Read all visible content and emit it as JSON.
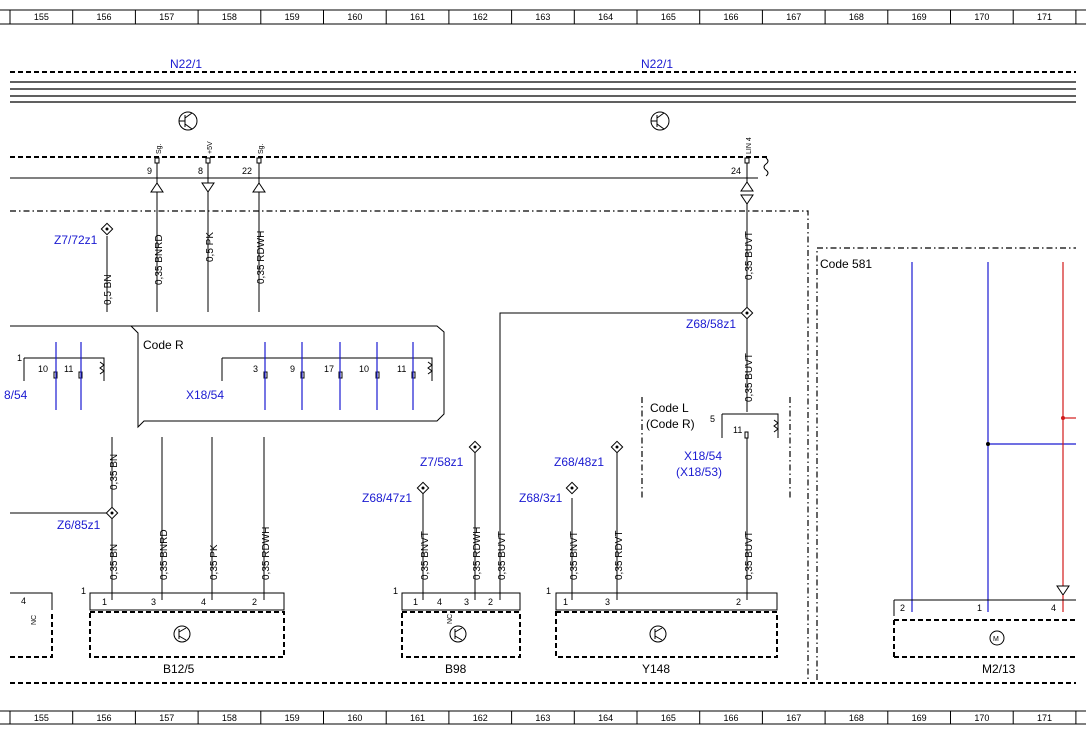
{
  "grid_top": [
    "155",
    "156",
    "157",
    "158",
    "159",
    "160",
    "161",
    "162",
    "163",
    "164",
    "165",
    "166",
    "167",
    "168",
    "169",
    "170",
    "171"
  ],
  "grid_bottom": [
    "155",
    "156",
    "157",
    "158",
    "159",
    "160",
    "161",
    "162",
    "163",
    "164",
    "165",
    "166",
    "167",
    "168",
    "169",
    "170",
    "171"
  ],
  "modules": {
    "n22_left": "N22/1",
    "n22_right": "N22/1"
  },
  "top_pins": [
    {
      "num": "9",
      "sig": "Sg."
    },
    {
      "num": "8",
      "sig": "+5V"
    },
    {
      "num": "22",
      "sig": "Sg."
    },
    {
      "num": "24",
      "sig": "LIN 4"
    }
  ],
  "wires": {
    "w1": "0,5 BN",
    "w2": "0,35 BNRD",
    "w3": "0,5 PK",
    "w4": "0,35 RDWH",
    "w5": "0,35 BUVT",
    "w6": "0,35 BUVT",
    "w7": "0,35 BN",
    "w8": "0,35 BN",
    "w9": "0,35 BNRD",
    "w10": "0,35 PK",
    "w11": "0,35 RDWH",
    "w12": "0,35 BNVT",
    "w13": "0,35 RDWH",
    "w14": "0,35 BUVT",
    "w15": "0,35 BNVT",
    "w16": "0,35 RDVT",
    "w17": "0,35 BUVT"
  },
  "splices": {
    "s1": "Z7/72z1",
    "s2": "Z68/58z1",
    "s3": "Z6/85z1",
    "s4": "Z7/58z1",
    "s5": "Z68/47z1",
    "s6": "Z68/48z1",
    "s7": "Z68/3z1"
  },
  "codes": {
    "r": "Code R",
    "l": "Code L",
    "l2": "(Code R)",
    "c581": "Code 581"
  },
  "connectors": {
    "x18_left": "8/54",
    "x18_mid": "X18/54",
    "x18_right": "X18/54",
    "x18_right2": "(X18/53)"
  },
  "conn_pins": {
    "left_one": "1",
    "left_a": "10",
    "left_b": "11",
    "mid_a": "3",
    "mid_b": "9",
    "mid_c": "17",
    "mid_d": "10",
    "mid_e": "11",
    "right_five": "5",
    "right_a": "11"
  },
  "components": {
    "b12": "B12/5",
    "b98": "B98",
    "y148": "Y148",
    "m213": "M2/13"
  },
  "comp_pins": {
    "left_box": "4",
    "left_nc": "NC",
    "b12_one": "1",
    "b12_a": "1",
    "b12_b": "3",
    "b12_c": "4",
    "b12_d": "2",
    "b98_one": "1",
    "b98_a": "1",
    "b98_b": "4",
    "b98_c": "3",
    "b98_d": "2",
    "b98_nc": "NC",
    "y148_one": "1",
    "y148_a": "1",
    "y148_b": "3",
    "y148_c": "2",
    "m213_a": "2",
    "m213_b": "1",
    "m213_c": "4"
  },
  "motor_symbol": "M"
}
